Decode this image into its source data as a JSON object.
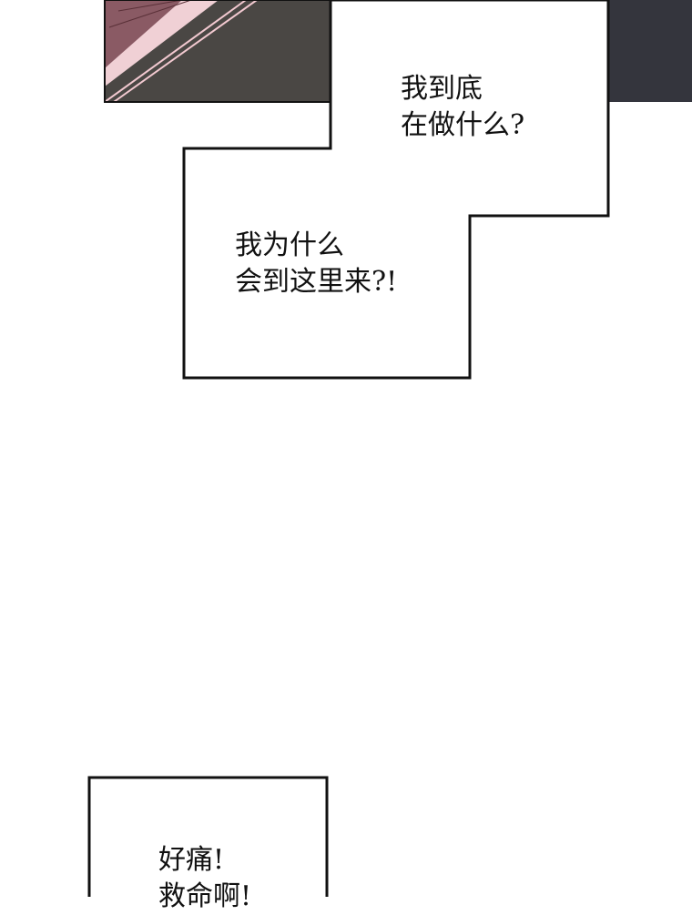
{
  "captions": [
    {
      "line1": "我到底",
      "line2": "在做什么?"
    },
    {
      "line1": "我为什么",
      "line2": "会到这里来?!"
    },
    {
      "line1": "好痛!",
      "line2": "救命啊!"
    }
  ],
  "colors": {
    "panel_dark": "#4a4744",
    "panel_night": "#34353d",
    "accent_pink": "#e9c2c9",
    "stripe_mauve": "#8a5a64"
  }
}
